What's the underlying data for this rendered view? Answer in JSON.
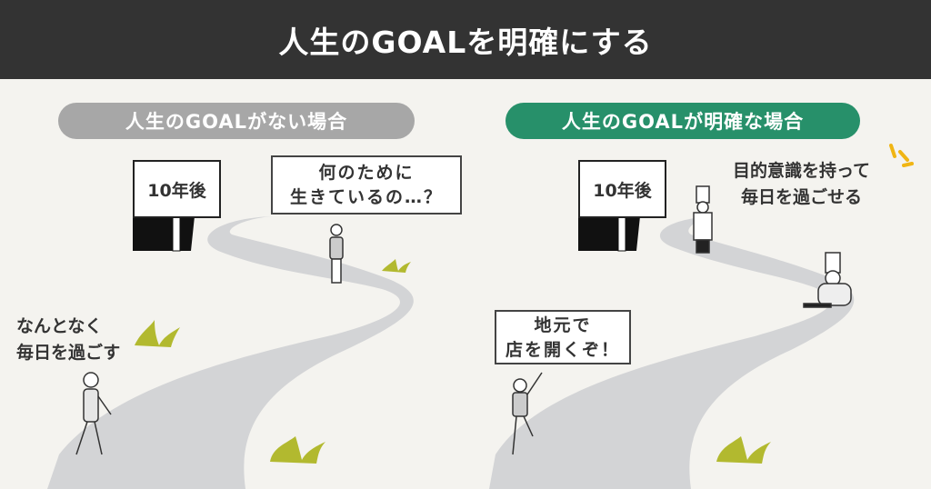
{
  "header": {
    "title": "人生のGOALを明確にする"
  },
  "left_panel": {
    "label": "人生のGOALがない場合",
    "sign": "10年後",
    "bubble_line1": "何のために",
    "bubble_line2": "生きているの…？",
    "caption_line1": "なんとなく",
    "caption_line2": "毎日を過ごす"
  },
  "right_panel": {
    "label": "人生のGOALが明確な場合",
    "sign": "10年後",
    "caption_line1": "目的意識を持って",
    "caption_line2": "毎日を過ごせる",
    "bubble_line1": "地元で",
    "bubble_line2": "店を開くぞ！"
  },
  "colors": {
    "header_bg": "#333333",
    "background": "#f4f3ef",
    "pill_gray": "#a7a7a7",
    "pill_green": "#27906a",
    "road": "#d3d4d6",
    "grass": "#b2b92f",
    "accent_yellow": "#f0b514"
  }
}
